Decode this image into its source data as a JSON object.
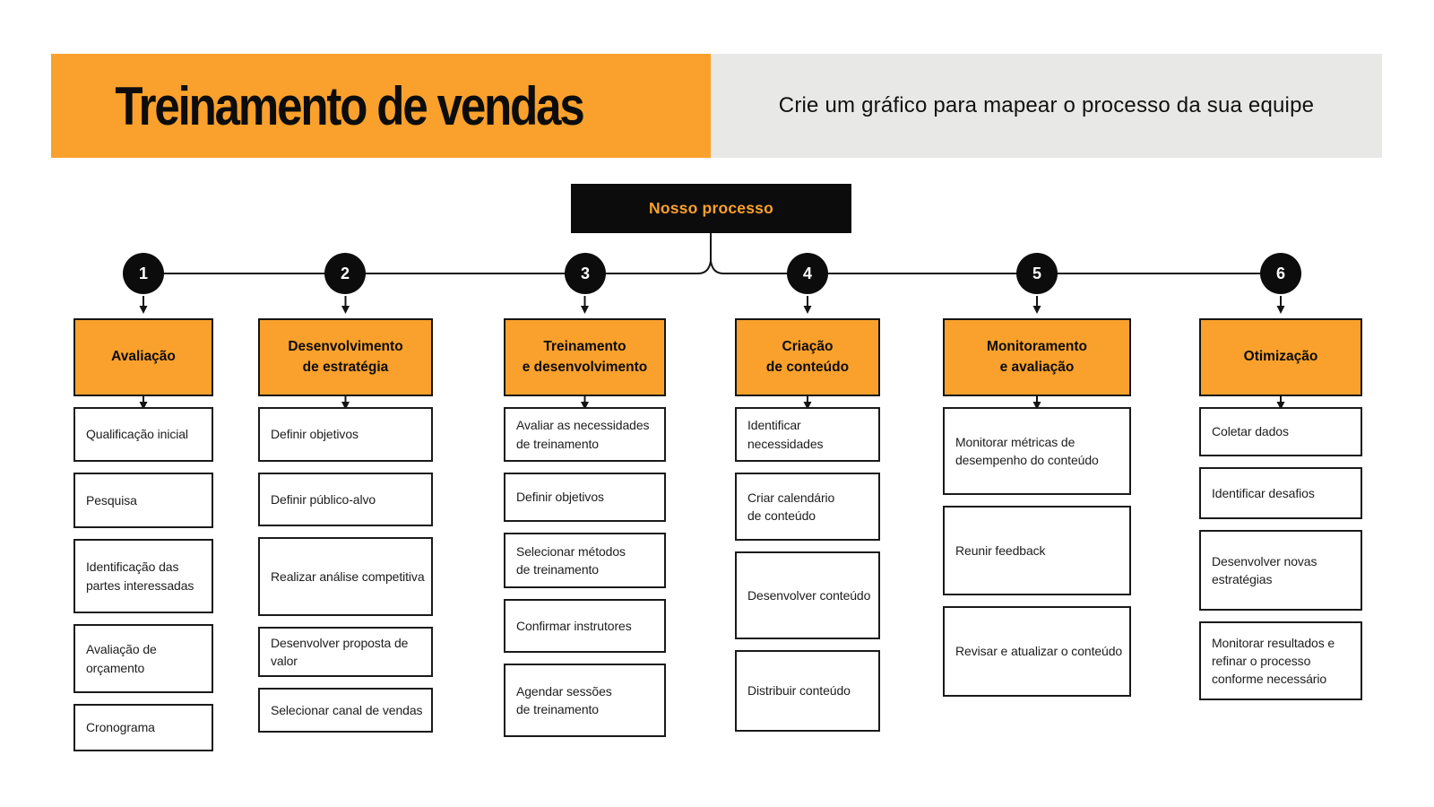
{
  "header": {
    "title": "Treinamento de vendas",
    "subtitle": "Crie um gráfico para mapear o processo da sua equipe"
  },
  "process": {
    "root_label": "Nosso processo",
    "columns": [
      {
        "number": "1",
        "title": "Avaliação",
        "items": [
          "Qualificação inicial",
          "Pesquisa",
          "Identificação das\npartes interessadas",
          "Avaliação de\norçamento",
          "Cronograma"
        ]
      },
      {
        "number": "2",
        "title": "Desenvolvimento\nde estratégia",
        "items": [
          "Definir objetivos",
          "Definir público-alvo",
          "Realizar análise competitiva",
          "Desenvolver proposta de valor",
          "Selecionar canal de vendas"
        ]
      },
      {
        "number": "3",
        "title": "Treinamento\ne desenvolvimento",
        "items": [
          "Avaliar as necessidades\nde treinamento",
          "Definir objetivos",
          "Selecionar métodos\nde treinamento",
          "Confirmar instrutores",
          "Agendar sessões\nde treinamento"
        ]
      },
      {
        "number": "4",
        "title": "Criação\nde conteúdo",
        "items": [
          "Identificar\nnecessidades",
          "Criar calendário\nde conteúdo",
          "Desenvolver conteúdo",
          "Distribuir conteúdo"
        ]
      },
      {
        "number": "5",
        "title": "Monitoramento\ne avaliação",
        "items": [
          "Monitorar métricas de\ndesempenho do conteúdo",
          "Reunir feedback",
          "Revisar e atualizar o conteúdo"
        ]
      },
      {
        "number": "6",
        "title": "Otimização",
        "items": [
          "Coletar dados",
          "Identificar desafios",
          "Desenvolver novas\nestratégias",
          "Monitorar resultados e\nrefinar o processo\nconforme necessário"
        ]
      }
    ]
  },
  "colors": {
    "accent_orange": "#F9A12C",
    "ink_black": "#0C0C0C",
    "band_gray": "#E8E8E6",
    "box_white": "#FFFFFF"
  }
}
